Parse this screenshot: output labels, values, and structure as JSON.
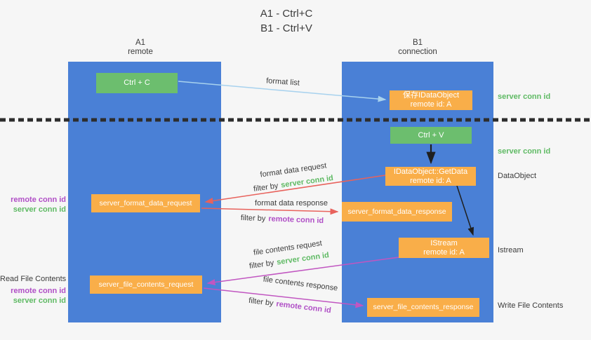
{
  "colors": {
    "background": "#f6f6f6",
    "lane_blue": "#4a80d6",
    "box_orange": "#f9ae49",
    "box_green": "#6cbe6e",
    "arrow_blue": "#a8d2ee",
    "arrow_red": "#e8625c",
    "arrow_magenta": "#c156c1",
    "arrow_black": "#1f1f1f",
    "dotted_line": "#2d2d2d",
    "text_dark": "#3b3b3b",
    "label_green": "#5fba64",
    "label_magenta": "#b04fc6"
  },
  "title": {
    "line1": "A1 - Ctrl+C",
    "line2": "B1 - Ctrl+V"
  },
  "lanes": {
    "left": {
      "name": "A1",
      "role": "remote"
    },
    "right": {
      "name": "B1",
      "role": "connection"
    }
  },
  "nodes": {
    "ctrl_c": "Ctrl + C",
    "ctrl_v": "Ctrl + V",
    "save_idataobject": {
      "line1": "保存IDataObject",
      "line2": "remote id: A"
    },
    "getdata": {
      "line1": "IDataObject::GetData",
      "line2": "remote id: A"
    },
    "istream": {
      "line1": "IStream",
      "line2": "remote id: A"
    },
    "format_request": "server_format_data_request",
    "format_response": "server_format_data_response",
    "file_request": "server_file_contents_request",
    "file_response": "server_file_contents_response"
  },
  "edges": {
    "format_list": "format list",
    "format_req": {
      "label": "format data request",
      "filter_prefix": "filter by",
      "filter_value": "server conn id"
    },
    "format_resp": {
      "label": "format data response",
      "filter_prefix": "filter by",
      "filter_value": "remote conn id"
    },
    "file_req": {
      "label": "file contents request",
      "filter_prefix": "filter by",
      "filter_value": "server conn id"
    },
    "file_resp": {
      "label": "file contents response",
      "filter_prefix": "filter by",
      "filter_value": "remote conn id"
    }
  },
  "side_labels": {
    "right_server_conn_top": "server conn id",
    "right_server_conn_mid": "server conn id",
    "dataobject": "DataObject",
    "istream": "Istream",
    "write_file_contents": "Write File Contents",
    "left_remote_conn_1": "remote conn id",
    "left_server_conn_1": "server conn id",
    "read_file_contents": "Read File Contents",
    "left_remote_conn_2": "remote conn id",
    "left_server_conn_2": "server conn id"
  }
}
